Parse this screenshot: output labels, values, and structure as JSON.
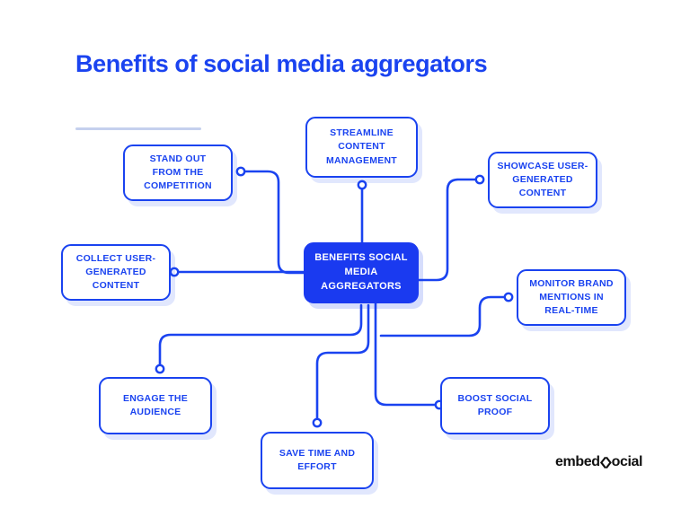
{
  "page": {
    "title": "Benefits of social media aggregators",
    "background_color": "#ffffff",
    "accent_color": "#1A43F0",
    "center_fill_color": "#1A3AF0",
    "node_text_color": "#1A43F0",
    "center_text_color": "#ffffff",
    "deco_rule_color": "#C5D0EE"
  },
  "brand": {
    "logo_text_left": "embed",
    "logo_mark": "chevron-s-mark",
    "logo_text_right": "ocial",
    "logo_color": "#111111"
  },
  "diagram": {
    "type": "mind-map",
    "center": {
      "id": "center",
      "label": "BENEFITS SOCIAL MEDIA AGGREGATORS",
      "lines": [
        "BENEFITS SOCIAL",
        "MEDIA",
        "AGGREGATORS"
      ]
    },
    "nodes": [
      {
        "id": "streamline-content-management",
        "label": "STREAMLINE CONTENT MANAGEMENT",
        "lines": [
          "STREAMLINE",
          "CONTENT",
          "MANAGEMENT"
        ],
        "connector_side": "bottom"
      },
      {
        "id": "stand-out-from-the-competition",
        "label": "STAND OUT FROM THE COMPETITION",
        "lines": [
          "STAND OUT",
          "FROM THE",
          "COMPETITION"
        ],
        "connector_side": "right"
      },
      {
        "id": "showcase-user-generated-content",
        "label": "SHOWCASE USER-GENERATED CONTENT",
        "lines": [
          "SHOWCASE USER-",
          "GENERATED",
          "CONTENT"
        ],
        "connector_side": "left"
      },
      {
        "id": "collect-user-generated-content",
        "label": "COLLECT USER-GENERATED CONTENT",
        "lines": [
          "COLLECT USER-",
          "GENERATED",
          "CONTENT"
        ],
        "connector_side": "right"
      },
      {
        "id": "monitor-brand-mentions-in-real-time",
        "label": "MONITOR BRAND MENTIONS IN REAL-TIME",
        "lines": [
          "MONITOR BRAND",
          "MENTIONS IN",
          "REAL-TIME"
        ],
        "connector_side": "left"
      },
      {
        "id": "engage-the-audience",
        "label": "ENGAGE THE AUDIENCE",
        "lines": [
          "ENGAGE THE",
          "AUDIENCE"
        ],
        "connector_side": "top"
      },
      {
        "id": "save-time-and-effort",
        "label": "SAVE TIME AND EFFORT",
        "lines": [
          "SAVE TIME AND",
          "EFFORT"
        ],
        "connector_side": "top"
      },
      {
        "id": "boost-social-proof",
        "label": "BOOST SOCIAL PROOF",
        "lines": [
          "BOOST SOCIAL",
          "PROOF"
        ],
        "connector_side": "left"
      }
    ]
  }
}
